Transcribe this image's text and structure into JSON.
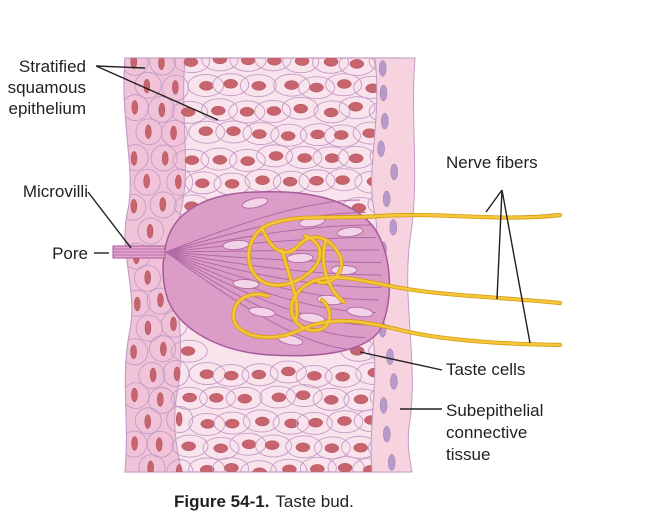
{
  "labels": {
    "stratified": [
      "Stratified",
      "squamous",
      "epithelium"
    ],
    "microvilli": "Microvilli",
    "pore": "Pore",
    "nerve_fibers": "Nerve fibers",
    "taste_cells": "Taste cells",
    "subepithelial": [
      "Subepithelial",
      "connective",
      "tissue"
    ]
  },
  "caption": {
    "figure": "Figure 54-1.",
    "text": "Taste bud."
  },
  "colors": {
    "epithelium_bg": "#f7dbe7",
    "cell_outline": "#c39cc6",
    "nucleus": "#c8646e",
    "taste_bud": "#d98fbe",
    "taste_bud_dark": "#b06aa4",
    "nerve": "#f2c12e",
    "nerve_edge": "#d69a10",
    "connective_bg": "#f5d7e0",
    "connective_nucleus": "#b79ac9"
  }
}
